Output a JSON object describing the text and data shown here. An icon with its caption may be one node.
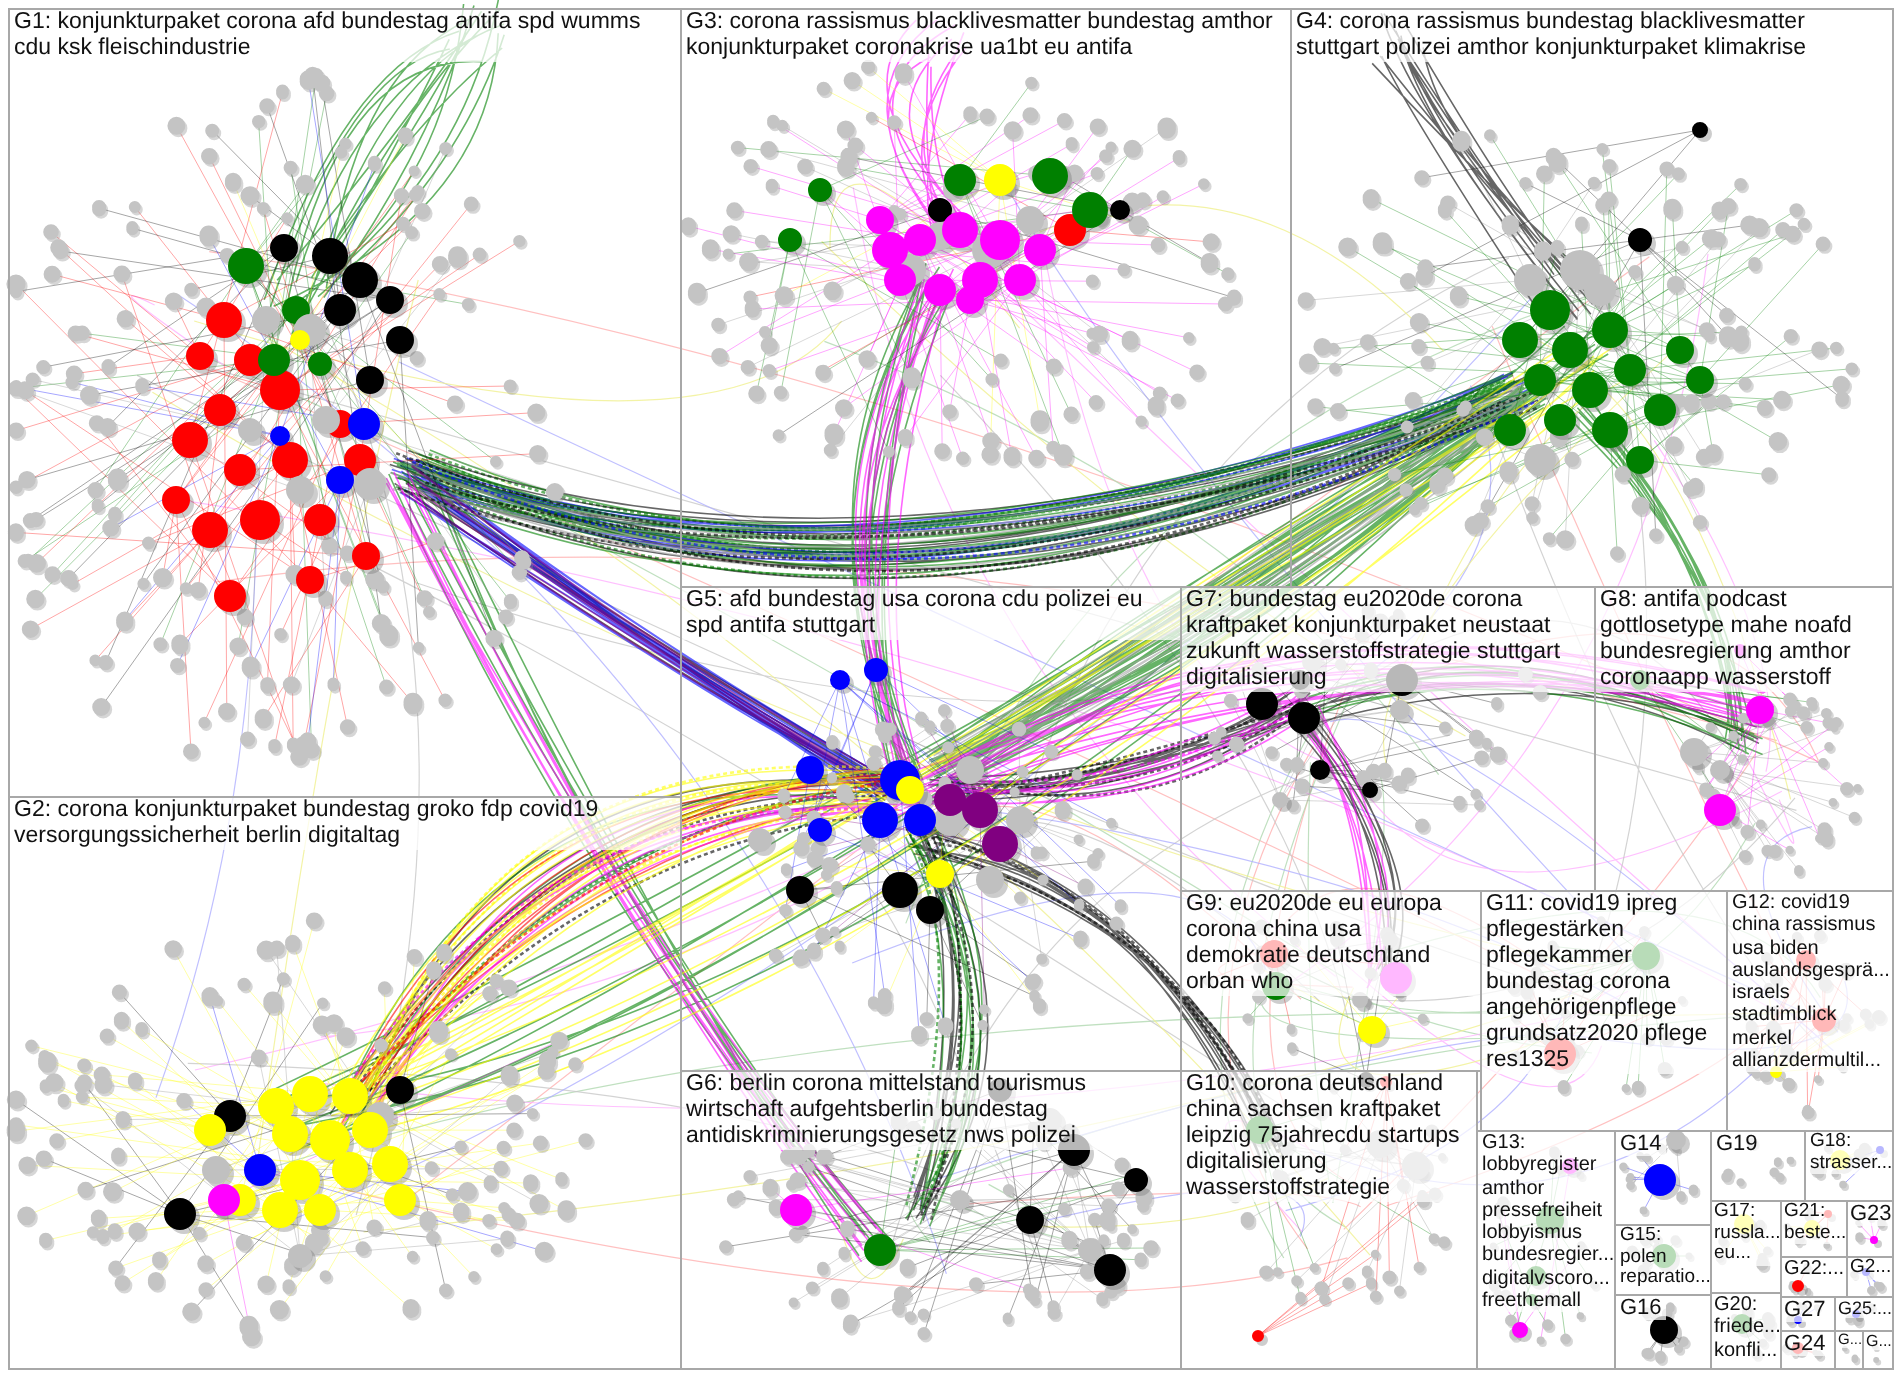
{
  "diagram": {
    "nodes": [
      {
        "text": [
          "G1: konjunkturpaket corona afd bundestag antifa spd wumms cdu ksk fleischindustrie"
        ]
      },
      {
        "text": [
          "G2: corona konjunkturpaket bundestag groko fdp covid19 versorgungssicherheit berlin digitaltag"
        ]
      },
      {
        "text": [
          "G3: corona rassismus blacklivesmatter bundestag amthor konjunkturpaket coronakrise ua1bt eu antifa"
        ]
      },
      {
        "text": [
          "G4: corona rassismus bundestag blacklivesmatter stuttgart polizei amthor konjunkturpaket klimakrise"
        ]
      },
      {
        "text": [
          "G5: afd bundestag usa corona cdu polizei eu spd antifa stuttgart"
        ]
      },
      {
        "text": [
          "G6: berlin corona mittelstand tourismus wirtschaft aufgehtsberlin bundestag antidiskriminierungsgesetz nws polizei"
        ]
      },
      {
        "text": [
          "G7: bundestag eu2020de corona kraftpaket konjunkturpaket neustaat zukunft wasserstoffstrategie stuttgart digitalisierung"
        ]
      },
      {
        "text": [
          "G8: antifa podcast gottlosetype mahe noafd bundesregierung amthor coronaapp wasserstoff"
        ]
      },
      {
        "text": [
          "G9: eu2020de eu europa corona china usa demokratie deutschland orban who"
        ]
      },
      {
        "text": [
          "G10: corona deutschland china sachsen kraftpaket leipzig 75jahrecdu startups digitalisierung wasserstoffstrategie"
        ]
      },
      {
        "text": [
          "G11: covid19 ipreg pflegestärken pflegekammer bundestag corona angehörigenpflege grundsatz2020 pflege res1325"
        ]
      },
      {
        "text": [
          "G12: covid19 china rassismus usa biden auslandsgesprä... israels stadtimblick merkel allianzdermultil..."
        ]
      },
      {
        "text": [
          "G13: lobbyregister amthor pressefreiheit lobbyismus bundesregier... digitalvscoro... freethemall"
        ]
      },
      {
        "text": [
          "G14"
        ]
      },
      {
        "text": [
          "G15: polen reparatio..."
        ]
      },
      {
        "text": [
          "G16"
        ]
      },
      {
        "text": [
          "G17: russla... eu..."
        ]
      },
      {
        "text": [
          "G18: strasser..."
        ]
      },
      {
        "text": [
          "G19"
        ]
      },
      {
        "text": [
          "G20: friede... konfli..."
        ]
      },
      {
        "text": [
          "G21: beste..."
        ]
      },
      {
        "text": [
          "G22:..."
        ]
      },
      {
        "text": [
          "G23"
        ]
      },
      {
        "text": [
          "G24"
        ]
      },
      {
        "text": [
          "G25:..."
        ]
      },
      {
        "text": [
          "G2..."
        ]
      },
      {
        "text": [
          "G27"
        ]
      },
      {
        "text": [
          "G..."
        ]
      },
      {
        "text": [
          "G..."
        ]
      }
    ]
  }
}
